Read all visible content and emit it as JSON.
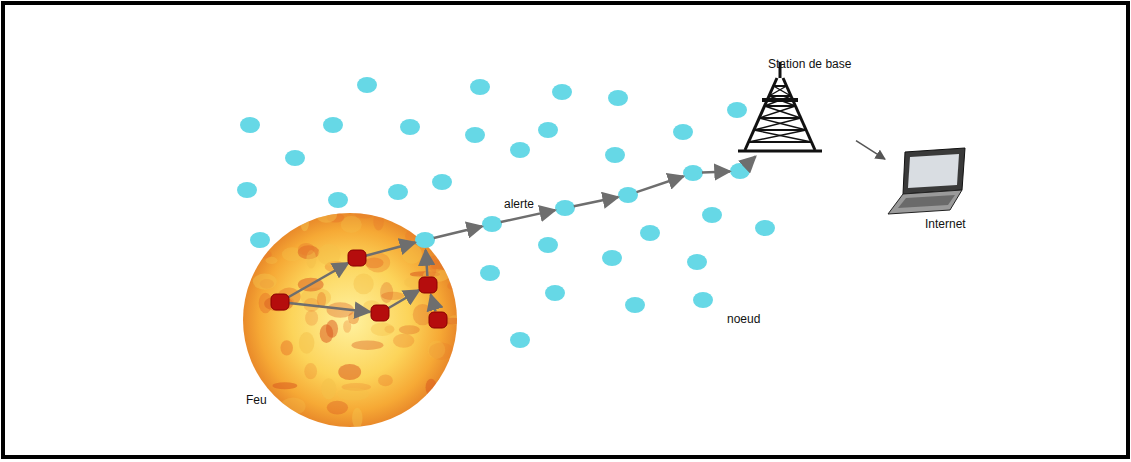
{
  "diagram": {
    "nodes": [
      {
        "text": [
          "Station de base"
        ]
      },
      {
        "text": [
          "Internet"
        ]
      }
    ],
    "edges": [
      {
        "from": 0,
        "to": 1,
        "arrow": "to"
      }
    ],
    "labels": [
      "alerte",
      "noeud",
      "Feu"
    ]
  }
}
